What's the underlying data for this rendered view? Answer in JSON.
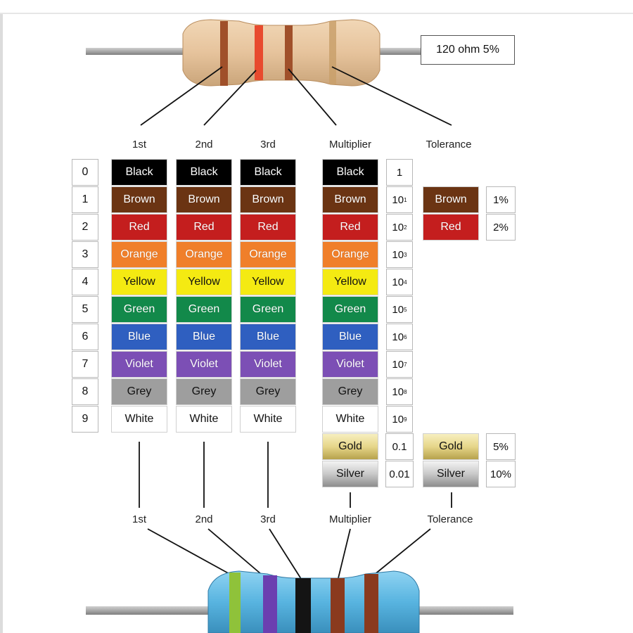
{
  "resistor_top": {
    "value_label": "120 ohm 5%",
    "colors": {
      "body": "#e6c39c",
      "band1": "#a0502a",
      "band2": "#e84a2e",
      "band3": "#a0502a",
      "band4": "#c9a06b",
      "lead": "#a8a8a8"
    }
  },
  "resistor_bottom": {
    "colors": {
      "body": "#58b4e0",
      "band1": "#8fc23a",
      "band2": "#6b3fb0",
      "band3": "#141414",
      "band4": "#8a3a1e",
      "band5": "#8a3a1e",
      "lead": "#a8a8a8"
    }
  },
  "headers": {
    "top": [
      "1st",
      "2nd",
      "3rd",
      "Multiplier",
      "Tolerance"
    ],
    "bottom": [
      "1st",
      "2nd",
      "3rd",
      "Multiplier",
      "Tolerance"
    ]
  },
  "digits": [
    "0",
    "1",
    "2",
    "3",
    "4",
    "5",
    "6",
    "7",
    "8",
    "9"
  ],
  "bands": [
    {
      "name": "Black",
      "color": "#000000",
      "dark_text": false
    },
    {
      "name": "Brown",
      "color": "#6b3413",
      "dark_text": false
    },
    {
      "name": "Red",
      "color": "#c41e1e",
      "dark_text": false
    },
    {
      "name": "Orange",
      "color": "#f07f2a",
      "dark_text": false
    },
    {
      "name": "Yellow",
      "color": "#f4ea12",
      "dark_text": true
    },
    {
      "name": "Green",
      "color": "#12894a",
      "dark_text": false
    },
    {
      "name": "Blue",
      "color": "#2f5fc0",
      "dark_text": false
    },
    {
      "name": "Violet",
      "color": "#7c4fb5",
      "dark_text": false
    },
    {
      "name": "Grey",
      "color": "#9e9e9e",
      "dark_text": true
    },
    {
      "name": "White",
      "color": "#ffffff",
      "dark_text": true
    }
  ],
  "multiplier_values": [
    {
      "base": "1",
      "exp": ""
    },
    {
      "base": "10",
      "exp": "1"
    },
    {
      "base": "10",
      "exp": "2"
    },
    {
      "base": "10",
      "exp": "3"
    },
    {
      "base": "10",
      "exp": "4"
    },
    {
      "base": "10",
      "exp": "5"
    },
    {
      "base": "10",
      "exp": "6"
    },
    {
      "base": "10",
      "exp": "7"
    },
    {
      "base": "10",
      "exp": "8"
    },
    {
      "base": "10",
      "exp": "9"
    }
  ],
  "multiplier_extra": [
    {
      "name": "Gold",
      "color": "#e6d68a",
      "value": "0.1"
    },
    {
      "name": "Silver",
      "color": "#c8c8c8",
      "value": "0.01"
    }
  ],
  "tolerance": [
    {
      "name": "Brown",
      "color": "#6b3413",
      "value": "1%",
      "dark_text": false
    },
    {
      "name": "Red",
      "color": "#c41e1e",
      "value": "2%",
      "dark_text": false
    },
    {
      "name": "Gold",
      "color": "#e6d68a",
      "value": "5%",
      "dark_text": true
    },
    {
      "name": "Silver",
      "color": "#c8c8c8",
      "value": "10%",
      "dark_text": true
    }
  ]
}
